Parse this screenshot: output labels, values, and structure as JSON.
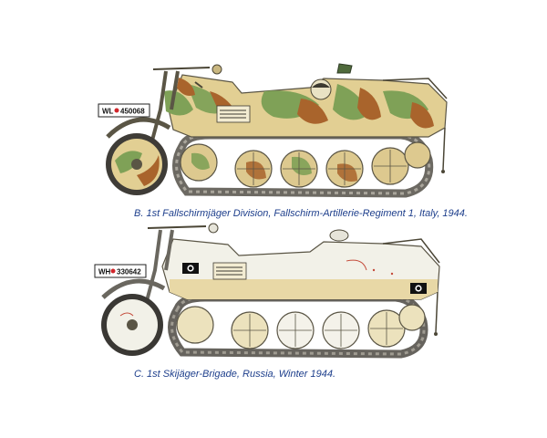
{
  "profile_b": {
    "caption": "B. 1st Fallschirmjäger Division, Fallschirm-Artillerie-Regiment 1, Italy, 1944.",
    "plate_prefix": "WL",
    "plate_number": "450068",
    "camo_colors": {
      "base": "#e2cf93",
      "green": "#7fa157",
      "brown": "#a9642c"
    }
  },
  "profile_c": {
    "caption": "C. 1st Skijäger-Brigade, Russia, Winter 1944.",
    "plate_prefix": "WH",
    "plate_number": "330642",
    "camo_colors": {
      "winter": "#f2f1e8",
      "base": "#e8d8a6",
      "track": "#6d6a64"
    }
  }
}
